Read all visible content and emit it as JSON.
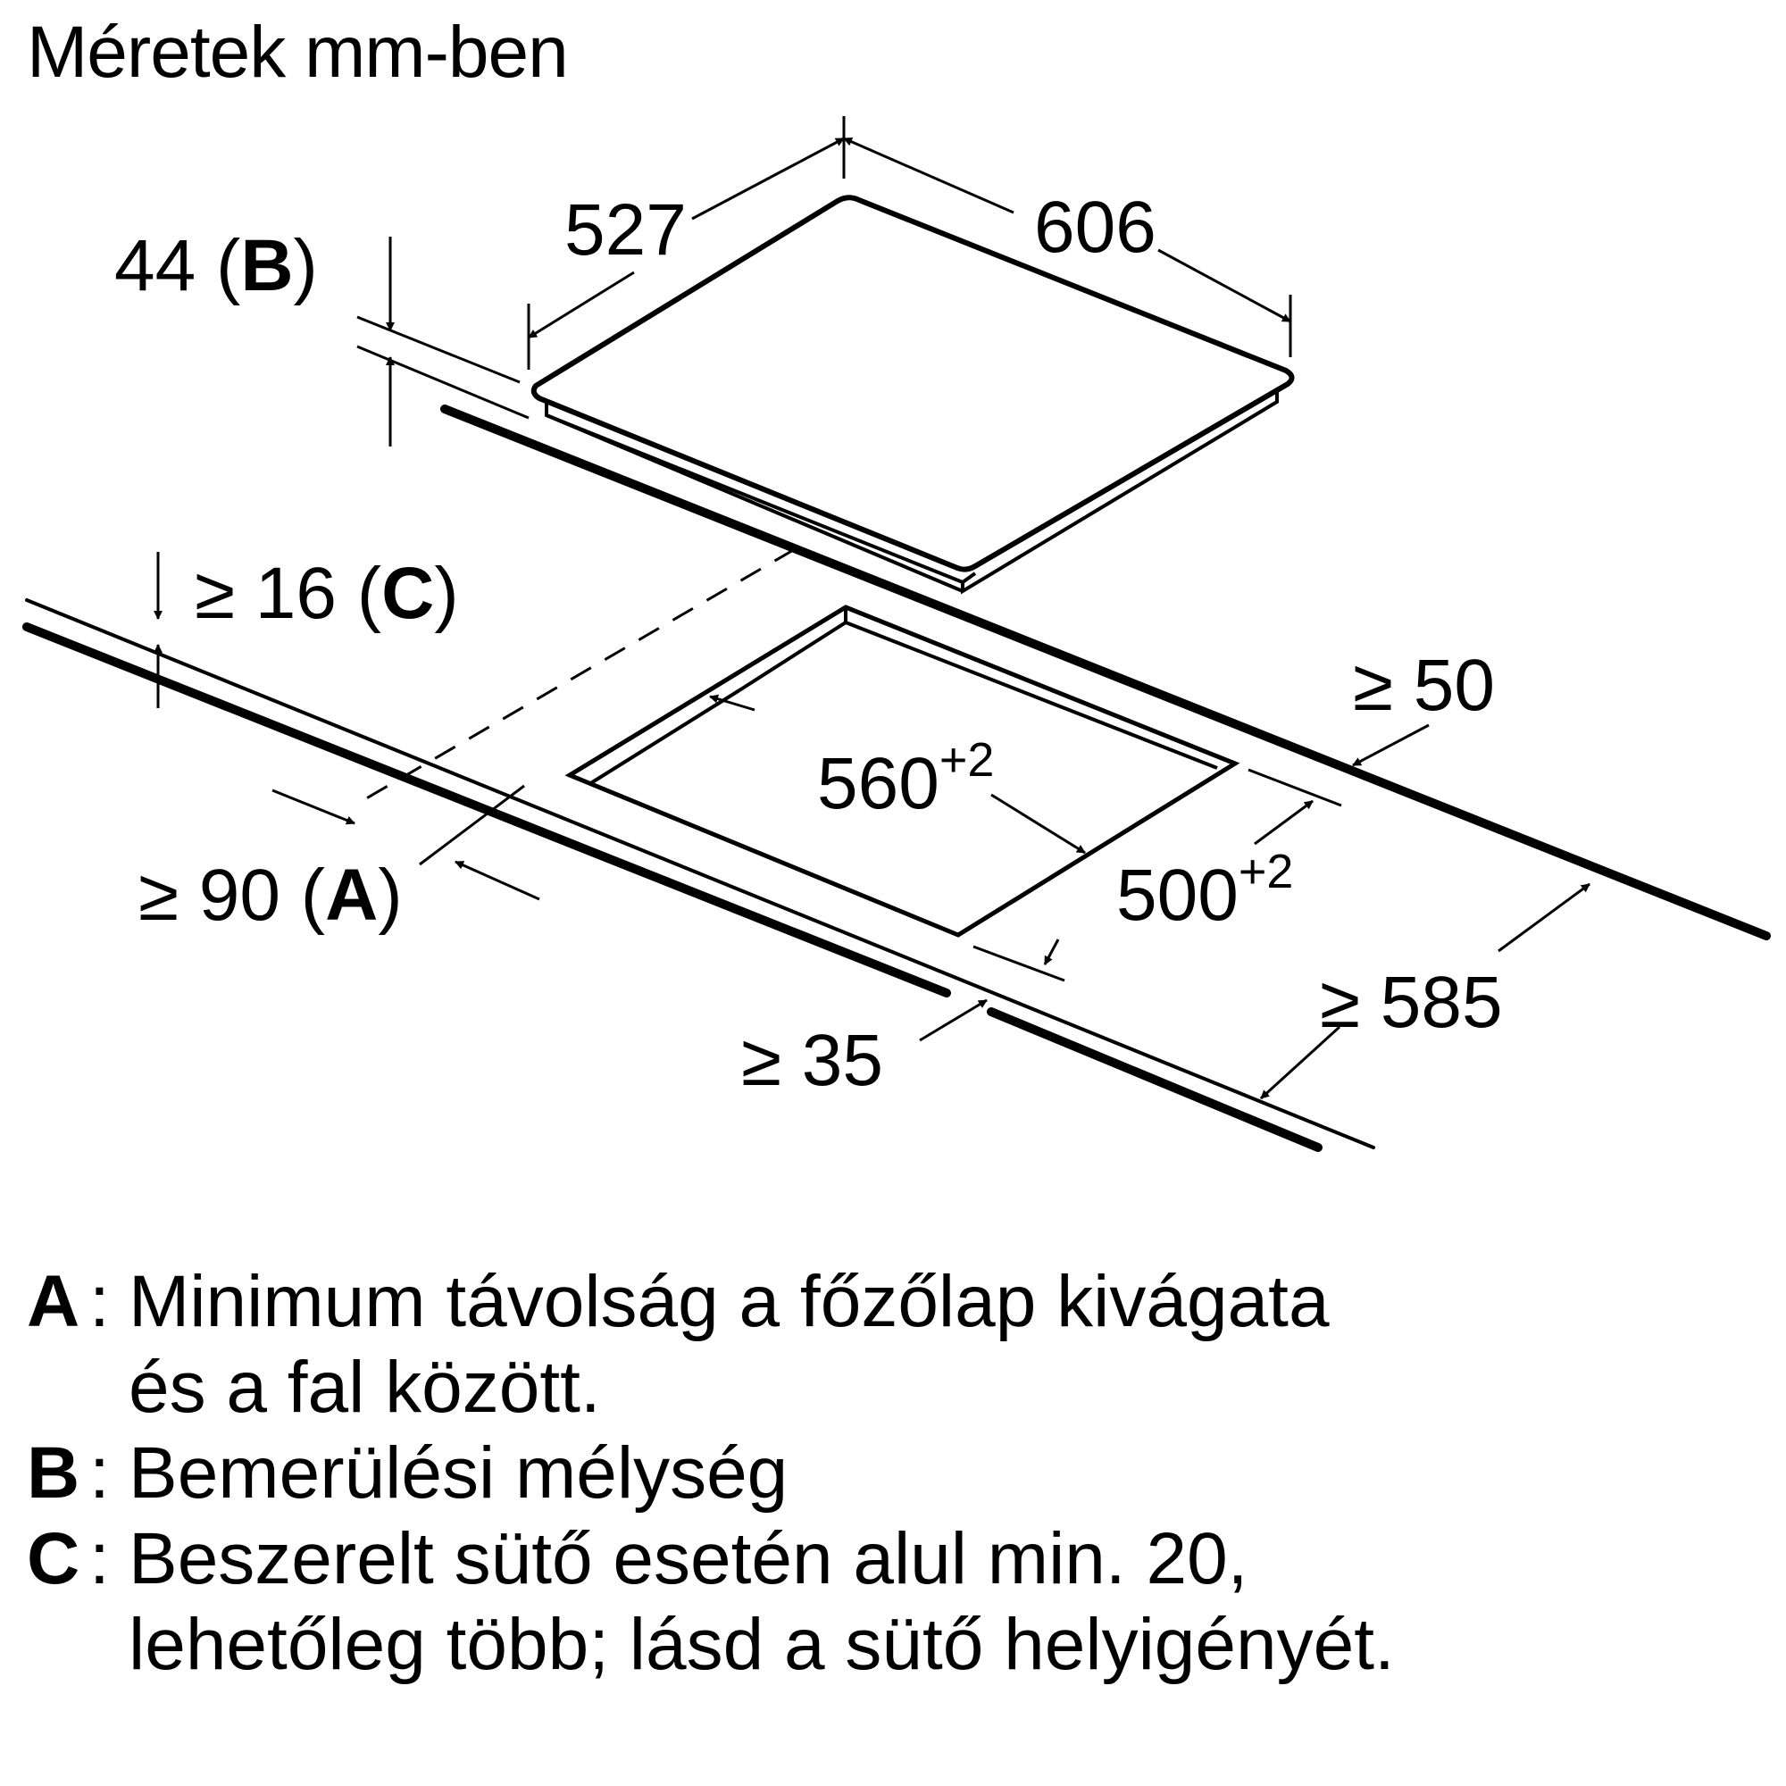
{
  "title": "Méretek mm-ben",
  "dimensions": {
    "hob_depth": "527",
    "hob_width": "606",
    "installation_depth": "44",
    "installation_depth_ref": "B",
    "worktop_thickness_prefix": "≥ 16",
    "worktop_thickness_ref": "C",
    "cutout_width": "560",
    "cutout_width_tolerance": "+2",
    "cutout_depth": "500",
    "cutout_depth_tolerance": "+2",
    "rear_clearance": "≥ 50",
    "wall_distance_prefix": "≥ 90",
    "wall_distance_ref": "A",
    "front_clearance": "≥ 35",
    "worktop_depth": "≥ 585"
  },
  "legend": [
    {
      "key": "A",
      "lines": [
        "Minimum távolság a főzőlap kivágata",
        "és a fal között."
      ]
    },
    {
      "key": "B",
      "lines": [
        "Bemerülési mélység"
      ]
    },
    {
      "key": "C",
      "lines": [
        "Beszerelt sütő esetén alul min. 20,",
        "lehetőleg több; lásd a sütő helyigényét."
      ]
    }
  ]
}
